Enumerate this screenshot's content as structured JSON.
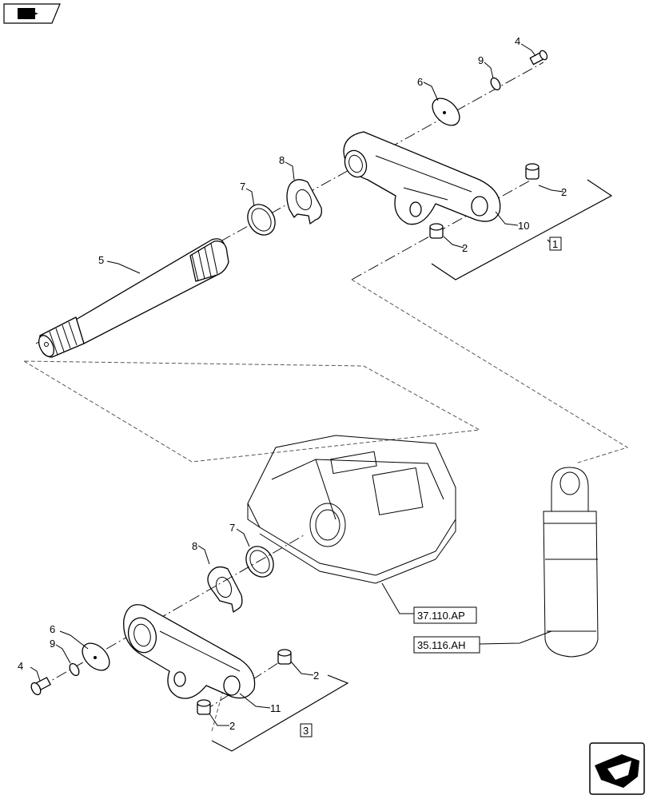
{
  "title": "",
  "corner_icons": {
    "top_left": "book-arrow-icon",
    "bottom_right": "next-page-arrow-icon"
  },
  "callouts": {
    "c4_top": "4",
    "c9_top": "9",
    "c6_top": "6",
    "c8_top": "8",
    "c7_top": "7",
    "c5": "5",
    "c2_a": "2",
    "c2_b": "2",
    "c10": "10",
    "c7_bot": "7",
    "c8_bot": "8",
    "c6_bot": "6",
    "c9_bot": "9",
    "c4_bot": "4",
    "c2_c": "2",
    "c2_d": "2",
    "c11": "11"
  },
  "assemblies": {
    "upper": "1",
    "lower": "3"
  },
  "references": {
    "housing": "37.110.AP",
    "cylinder": "35.116.AH"
  }
}
